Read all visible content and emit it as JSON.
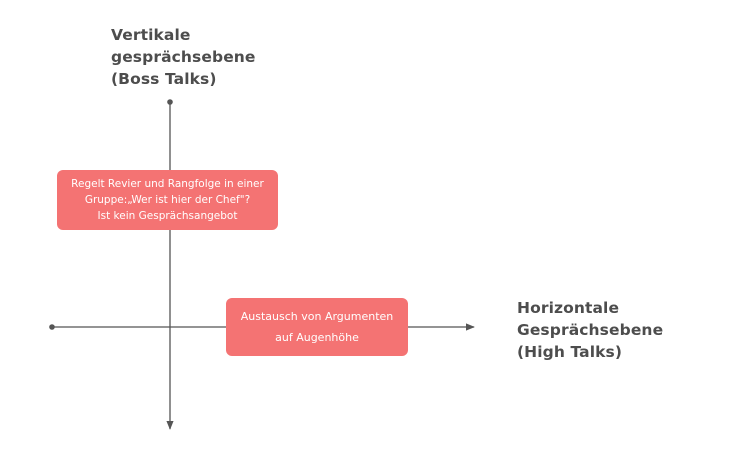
{
  "colors": {
    "box": "#f47373",
    "axis": "#555555",
    "label": "#4d4d4d"
  },
  "vertical_axis": {
    "label": "Vertikale\ngesprächsebene\n(Boss Talks)"
  },
  "horizontal_axis": {
    "label": "Horizontale\nGesprächsebene\n(High Talks)"
  },
  "notes": {
    "vertical": "Regelt Revier und Rangfolge in einer\nGruppe:„Wer ist hier der Chef\"?\nIst kein Gesprächsangebot",
    "horizontal": "Austausch von Argumenten\nauf Augenhöhe"
  }
}
